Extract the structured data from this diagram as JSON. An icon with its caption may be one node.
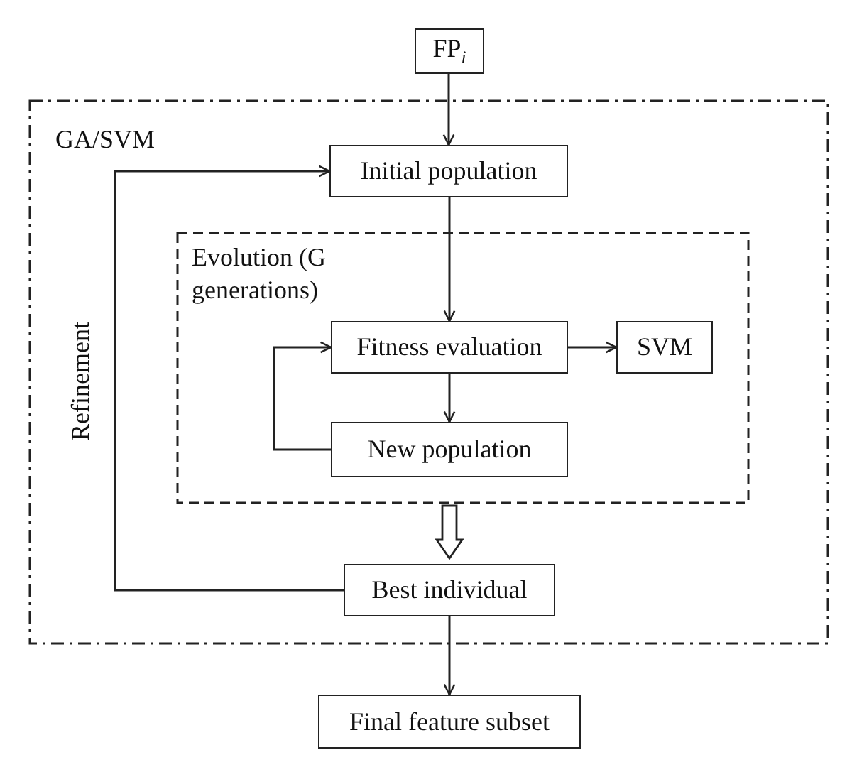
{
  "diagram": {
    "nodes": [
      {
        "text": [
          "FP$_{i}$"
        ]
      },
      {
        "text": [
          "GA/SVM"
        ]
      },
      {
        "text": [
          "Initial population"
        ],
        "in": 1
      },
      {
        "text": [
          "Evolution (G generations)"
        ],
        "in": 1
      },
      {
        "text": [
          "Fitness evaluation"
        ],
        "in": 3
      },
      {
        "text": [
          "SVM"
        ],
        "in": 3
      },
      {
        "text": [
          "New population"
        ],
        "in": 3
      },
      {
        "text": [
          "Best individual"
        ],
        "in": 1
      },
      {
        "text": [
          "Final feature subset"
        ]
      }
    ],
    "edges": [
      {
        "from": 0,
        "to": 2,
        "arrow": "to"
      },
      {
        "from": 2,
        "to": 4,
        "arrow": "to"
      },
      {
        "from": 4,
        "to": 5,
        "arrow": "to"
      },
      {
        "from": 4,
        "to": 6,
        "arrow": "to"
      },
      {
        "from": 6,
        "to": 4,
        "arrow": "to"
      },
      {
        "from": 3,
        "to": 7,
        "arrow": "to",
        "style": "thick"
      },
      {
        "from": 7,
        "to": 2,
        "arrow": "to",
        "label": "Refinement"
      },
      {
        "from": 7,
        "to": 8,
        "arrow": "to"
      }
    ]
  }
}
